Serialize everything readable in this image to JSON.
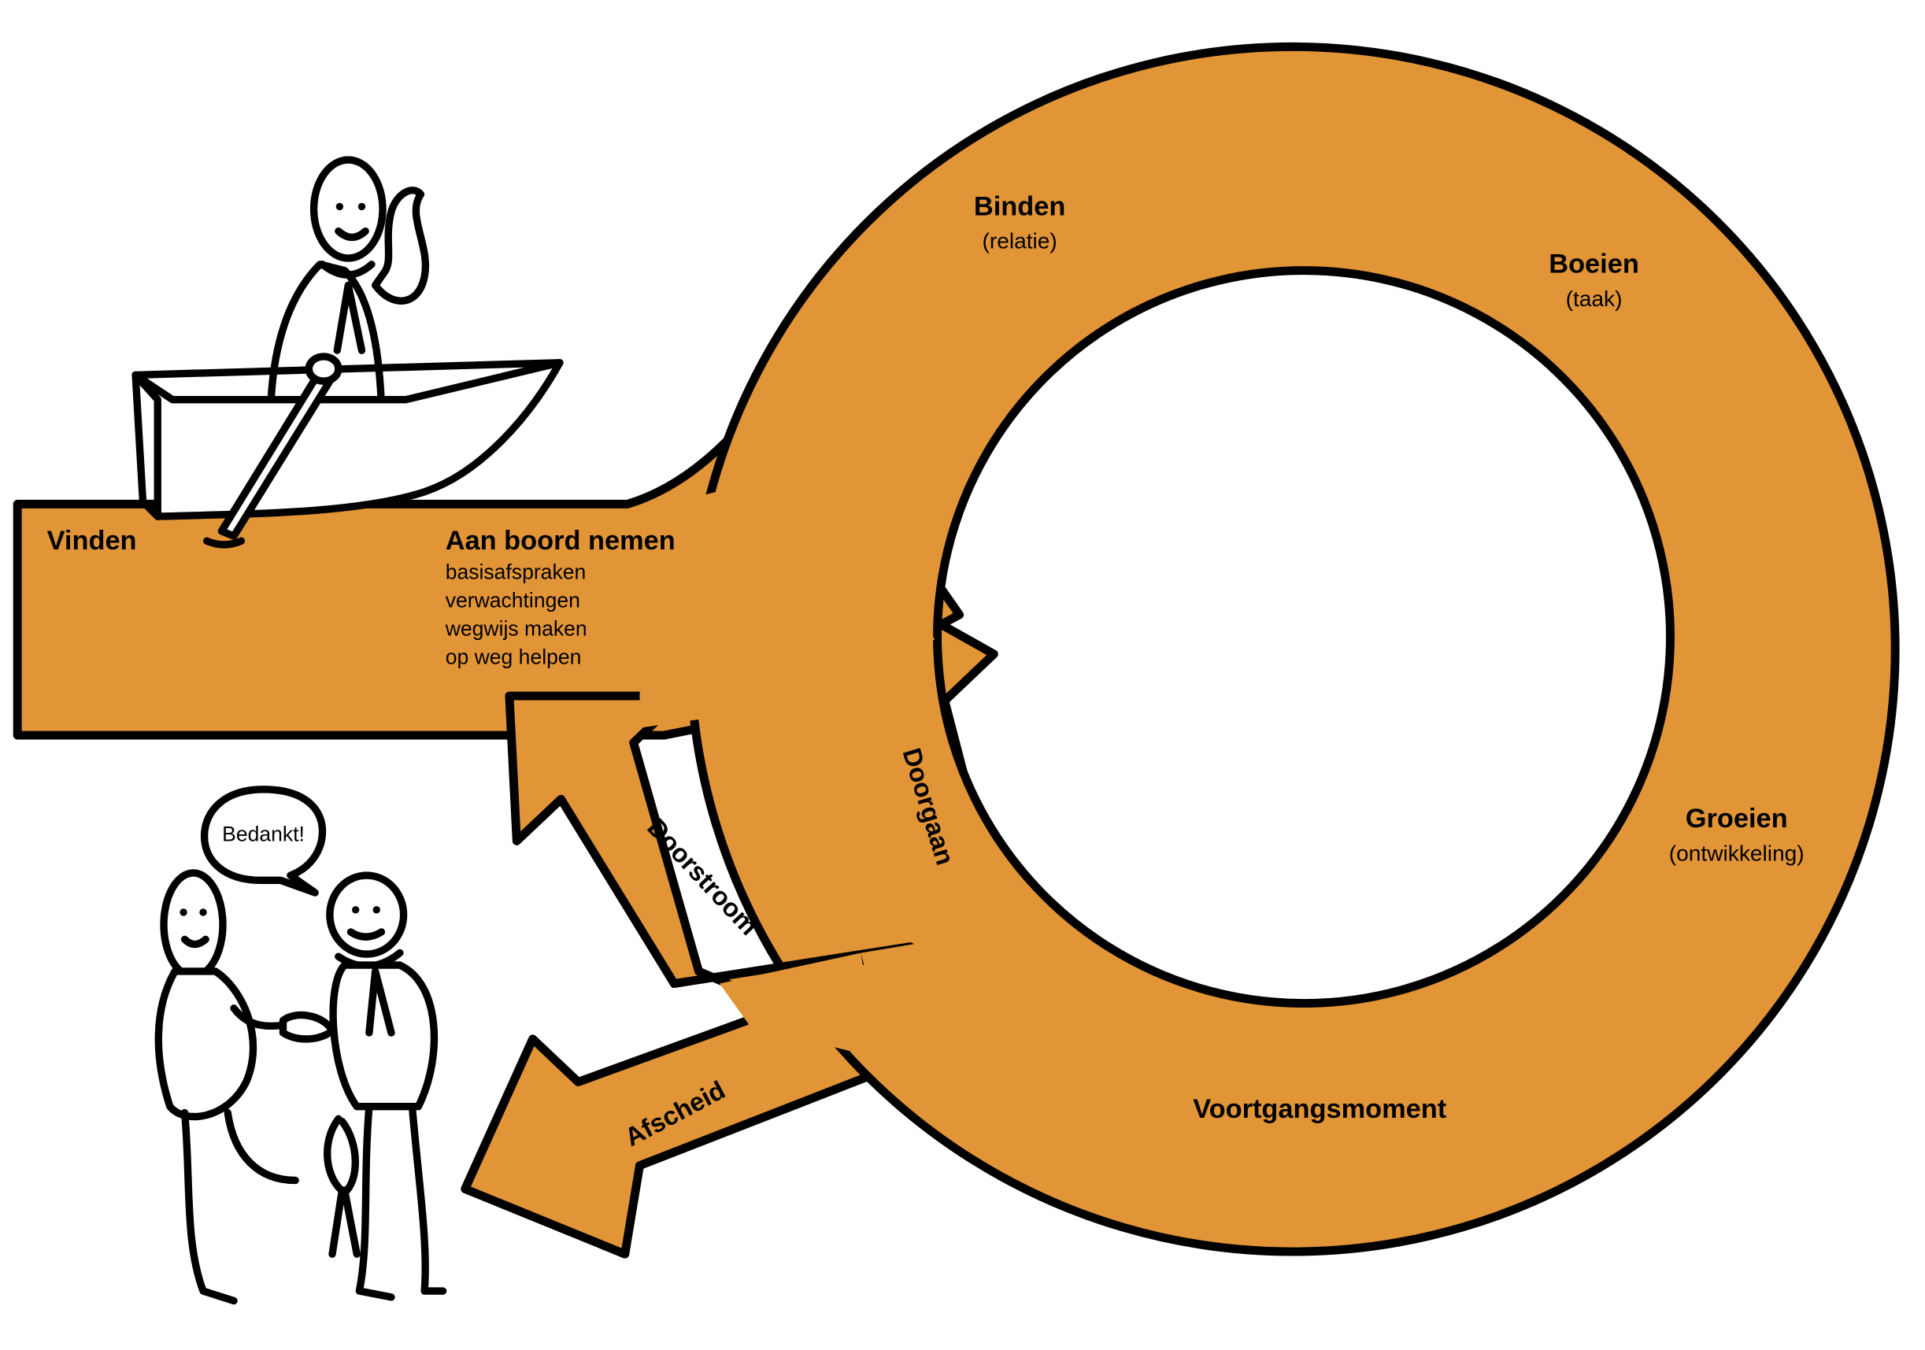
{
  "colors": {
    "band": "#E29536",
    "outline": "#000000",
    "background": "#FFFFFF"
  },
  "labels": {
    "vinden": "Vinden",
    "aan_boord": "Aan boord nemen",
    "aan_boord_items": [
      "basisafspraken",
      "verwachtingen",
      "wegwijs maken",
      "op weg helpen"
    ],
    "binden": "Binden",
    "binden_sub": "(relatie)",
    "boeien": "Boeien",
    "boeien_sub": "(taak)",
    "groeien": "Groeien",
    "groeien_sub": "(ontwikkeling)",
    "voortgang": "Voortgangsmoment",
    "doorgaan": "Doorgaan",
    "doorstroom": "Doorstroom",
    "afscheid": "Afscheid",
    "speech": "Bedankt!"
  },
  "icons": [
    "person-rowing-boat-icon",
    "rowing-boat-icon",
    "oar-icon",
    "two-people-handshake-icon",
    "speech-bubble-icon"
  ]
}
